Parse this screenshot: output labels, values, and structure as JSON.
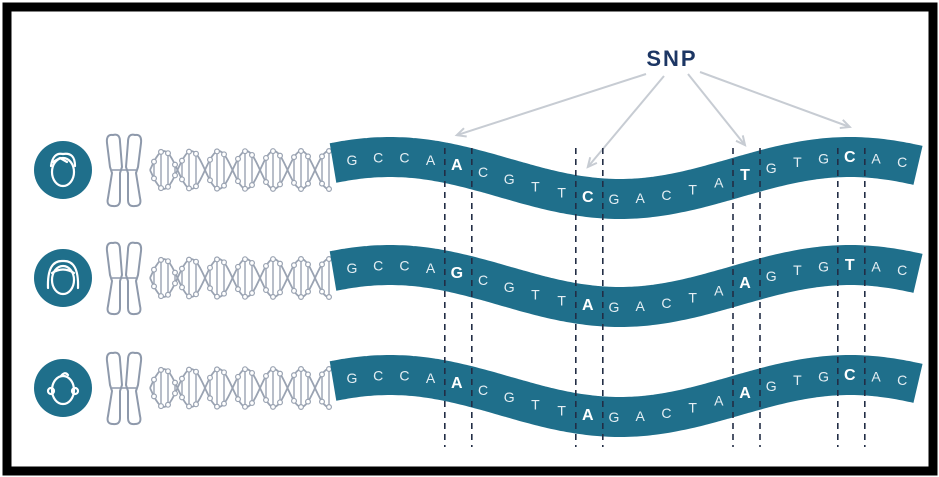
{
  "title": "SNP",
  "colors": {
    "frame": "#000000",
    "strand": "#1f6f8b",
    "strand_text": "#e4eef3",
    "highlight_text": "#ffffff",
    "avatar": "#1f6f8b",
    "chromosome": "#8e99ab",
    "helix": "#9aa3b2",
    "title": "#1c3664",
    "pointer": "#c7ccd3",
    "guide_line": "#222d45"
  },
  "people": [
    {
      "icon": "man-face-icon"
    },
    {
      "icon": "woman-face-icon"
    },
    {
      "icon": "baby-face-icon"
    }
  ],
  "sequences": [
    [
      "G",
      "C",
      "C",
      "A",
      "A",
      "C",
      "G",
      "T",
      "T",
      "C",
      "G",
      "A",
      "C",
      "T",
      "A",
      "T",
      "G",
      "T",
      "G",
      "C",
      "A",
      "C"
    ],
    [
      "G",
      "C",
      "C",
      "A",
      "G",
      "C",
      "G",
      "T",
      "T",
      "A",
      "G",
      "A",
      "C",
      "T",
      "A",
      "A",
      "G",
      "T",
      "G",
      "T",
      "A",
      "C"
    ],
    [
      "G",
      "C",
      "C",
      "A",
      "A",
      "C",
      "G",
      "T",
      "T",
      "A",
      "G",
      "A",
      "C",
      "T",
      "A",
      "A",
      "G",
      "T",
      "G",
      "C",
      "A",
      "C"
    ]
  ],
  "snp_positions": [
    4,
    9,
    15,
    19
  ]
}
